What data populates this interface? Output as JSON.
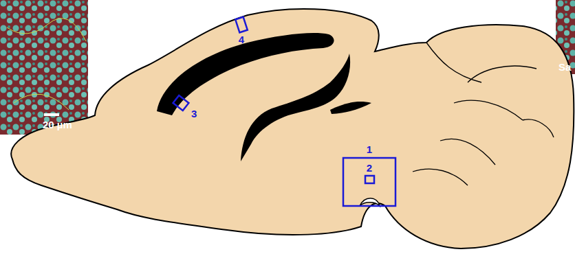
{
  "diagram": {
    "labels": [
      "20 µm",
      "4",
      "3",
      "1",
      "2",
      "Sa"
    ]
  }
}
